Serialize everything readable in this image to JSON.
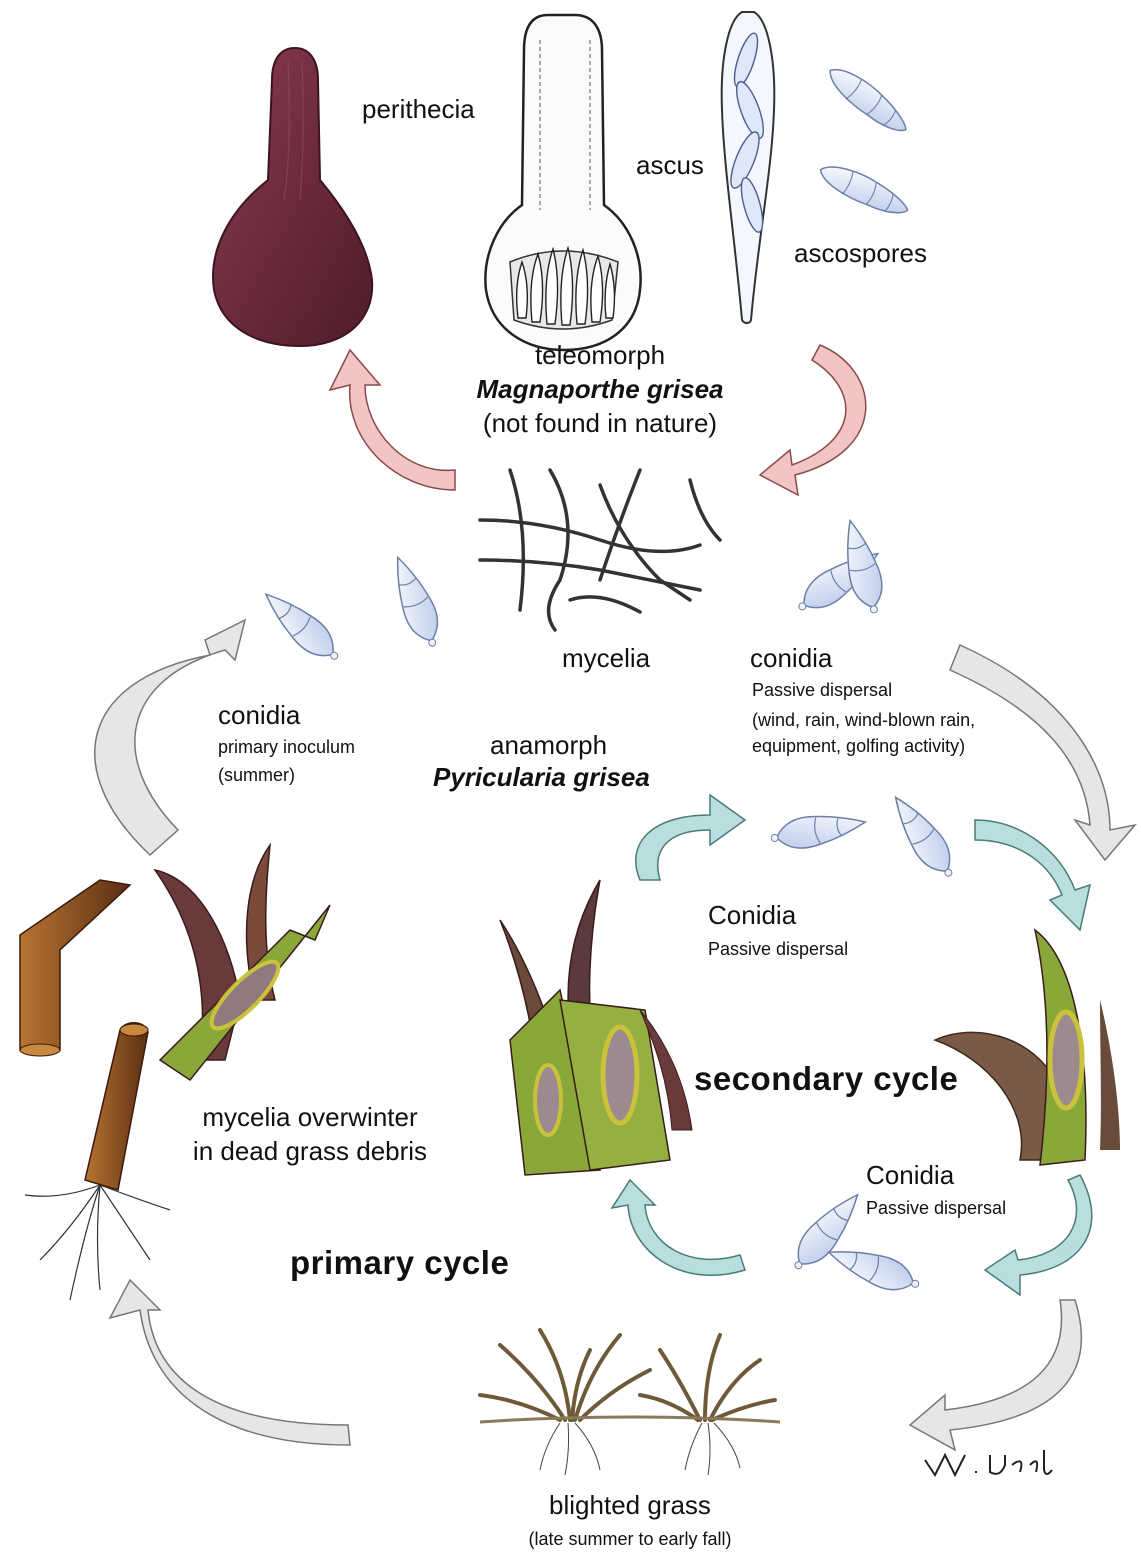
{
  "labels": {
    "perithecia": "perithecia",
    "ascus": "ascus",
    "ascospores": "ascospores",
    "teleomorph": "teleomorph",
    "teleomorph_name": "Magnaporthe grisea",
    "teleomorph_note": "(not found in nature)",
    "mycelia": "mycelia",
    "conidia_passive": "conidia",
    "passive_dispersal": "Passive dispersal",
    "passive_details_1": "(wind, rain, wind-blown rain,",
    "passive_details_2": "equipment, golfing activity)",
    "conidia_primary": "conidia",
    "primary_inoculum": "primary inoculum",
    "summer": "(summer)",
    "anamorph": "anamorph",
    "anamorph_name": "Pyricularia grisea",
    "conidia_secondary_1": "Conidia",
    "passive_dispersal_2": "Passive dispersal",
    "secondary_cycle": "secondary cycle",
    "overwinter_1": "mycelia overwinter",
    "overwinter_2": "in dead grass debris",
    "conidia_secondary_2": "Conidia",
    "passive_dispersal_3": "Passive dispersal",
    "primary_cycle": "primary cycle",
    "blighted_grass": "blighted grass",
    "blighted_season": "(late summer to early fall)"
  },
  "signature": "W. Uddin",
  "colors": {
    "perithecium": "#6e2a3c",
    "teleomorph_arrow": "#f2c4c4",
    "primary_arrow": "#e6e6e6",
    "secondary_arrow": "#b9dede",
    "spore": "#dfe8f8",
    "leaf_green": "#8aa83a",
    "leaf_brown": "#7a4a32",
    "lesion": "#9b8b8e",
    "debris": "#9a5a22"
  }
}
